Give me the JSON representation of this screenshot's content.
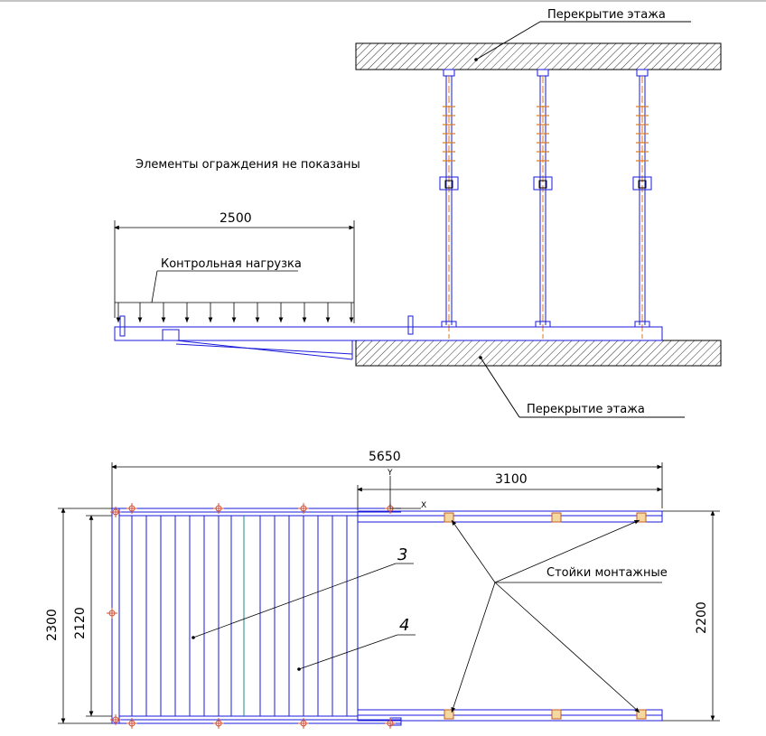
{
  "labels": {
    "floor_slab_top": "Перекрытие этажа",
    "floor_slab_bottom": "Перекрытие этажа",
    "note": "Элементы ограждения не показаны",
    "load": "Контрольная нагрузка",
    "props": "Стойки монтажные"
  },
  "dimensions": {
    "load_span": "2500",
    "total_length": "5650",
    "slab_length": "3100",
    "width_outer": "2300",
    "width_inner": "2120",
    "width_props": "2200"
  },
  "callouts": {
    "item_3": "3",
    "item_4": "4"
  },
  "axes": {
    "y": "Y",
    "x": "X"
  },
  "colors": {
    "structure": "#1a1adc",
    "outline": "#000000",
    "centerline": "#e07a1a",
    "marker": "#d0503a",
    "teal": "#1a8a8a"
  }
}
